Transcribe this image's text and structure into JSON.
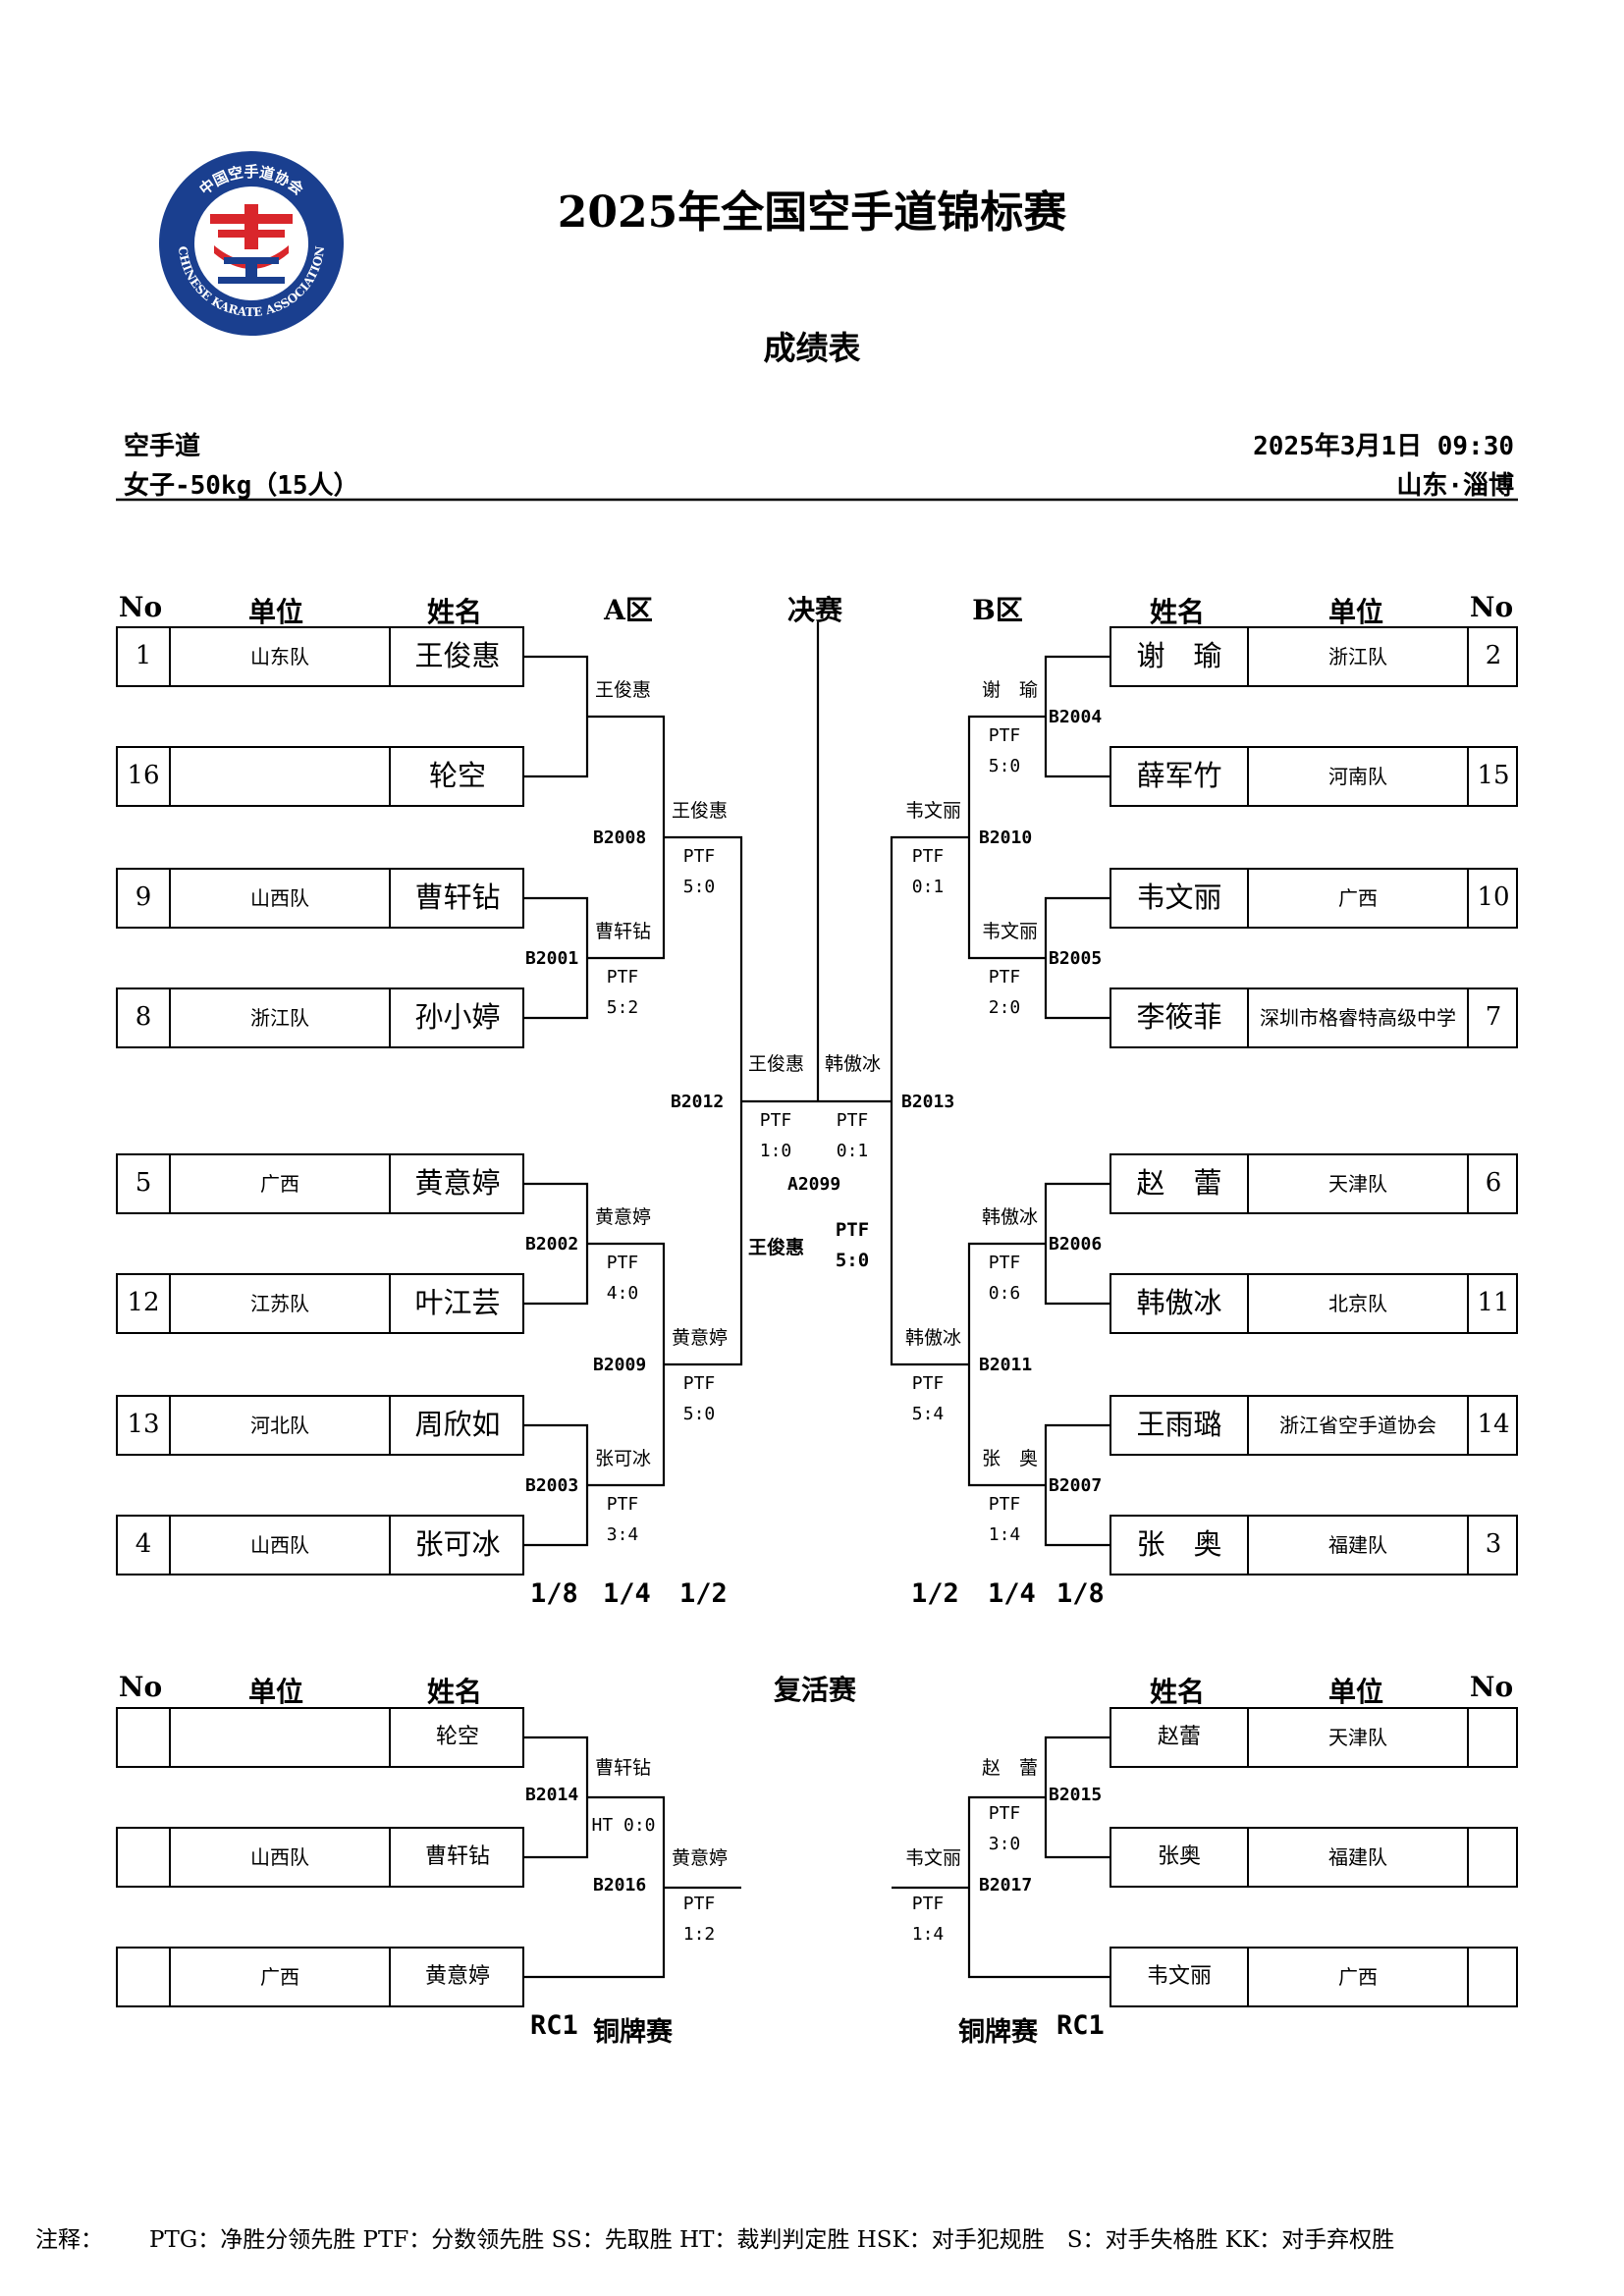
{
  "header": {
    "title": "2025年全国空手道锦标赛",
    "subtitle": "成绩表",
    "sport": "空手道",
    "event": "女子-50kg（15人）",
    "date": "2025年3月1日 09:30",
    "venue": "山东·淄博",
    "logo_text": "中国空手道协会",
    "logo_text_en": "CHINESE KARATE ASSOCIATION"
  },
  "columns": {
    "no": "No",
    "unit": "单位",
    "name": "姓名",
    "zone_a": "A区",
    "final": "决赛",
    "zone_b": "B区"
  },
  "left_entries": [
    {
      "no": "1",
      "unit": "山东队",
      "name": "王俊惠"
    },
    {
      "no": "16",
      "unit": "",
      "name": "轮空"
    },
    {
      "no": "9",
      "unit": "山西队",
      "name": "曹轩钻"
    },
    {
      "no": "8",
      "unit": "浙江队",
      "name": "孙小婷"
    },
    {
      "no": "5",
      "unit": "广西",
      "name": "黄意婷"
    },
    {
      "no": "12",
      "unit": "江苏队",
      "name": "叶江芸"
    },
    {
      "no": "13",
      "unit": "河北队",
      "name": "周欣如"
    },
    {
      "no": "4",
      "unit": "山西队",
      "name": "张可冰"
    }
  ],
  "right_entries": [
    {
      "no": "2",
      "unit": "浙江队",
      "name": "谢　瑜"
    },
    {
      "no": "15",
      "unit": "河南队",
      "name": "薛军竹"
    },
    {
      "no": "10",
      "unit": "广西",
      "name": "韦文丽"
    },
    {
      "no": "7",
      "unit": "深圳市格睿特高级中学",
      "name": "李筱菲"
    },
    {
      "no": "6",
      "unit": "天津队",
      "name": "赵　蕾"
    },
    {
      "no": "11",
      "unit": "北京队",
      "name": "韩傲冰"
    },
    {
      "no": "14",
      "unit": "浙江省空手道协会",
      "name": "王雨璐"
    },
    {
      "no": "3",
      "unit": "福建队",
      "name": "张　奥"
    }
  ],
  "matches": {
    "m1": {
      "winner": "王俊惠"
    },
    "B2001": {
      "code": "B2001",
      "winner": "曹轩钻",
      "type": "PTF",
      "score": "5:2"
    },
    "B2002": {
      "code": "B2002",
      "winner": "黄意婷",
      "type": "PTF",
      "score": "4:0"
    },
    "B2003": {
      "code": "B2003",
      "winner": "张可冰",
      "type": "PTF",
      "score": "3:4"
    },
    "B2004": {
      "code": "B2004",
      "winner": "谢　瑜",
      "type": "PTF",
      "score": "5:0"
    },
    "B2005": {
      "code": "B2005",
      "winner": "韦文丽",
      "type": "PTF",
      "score": "2:0"
    },
    "B2006": {
      "code": "B2006",
      "winner": "韩傲冰",
      "type": "PTF",
      "score": "0:6"
    },
    "B2007": {
      "code": "B2007",
      "winner": "张　奥",
      "type": "PTF",
      "score": "1:4"
    },
    "B2008": {
      "code": "B2008",
      "winner": "王俊惠",
      "type": "PTF",
      "score": "5:0"
    },
    "B2009": {
      "code": "B2009",
      "winner": "黄意婷",
      "type": "PTF",
      "score": "5:0"
    },
    "B2010": {
      "code": "B2010",
      "winner": "韦文丽",
      "type": "PTF",
      "score": "0:1"
    },
    "B2011": {
      "code": "B2011",
      "winner": "韩傲冰",
      "type": "PTF",
      "score": "5:4"
    },
    "B2012": {
      "code": "B2012",
      "winner": "王俊惠",
      "type": "PTF",
      "score": "1:0"
    },
    "B2013": {
      "code": "B2013",
      "winner": "韩傲冰",
      "type": "PTF",
      "score": "0:1"
    },
    "A2099": {
      "code": "A2099",
      "winner": "王俊惠",
      "type": "PTF",
      "score": "5:0"
    }
  },
  "rounds_left": [
    "1/8",
    "1/4",
    "1/2"
  ],
  "rounds_right": [
    "1/2",
    "1/4",
    "1/8"
  ],
  "repechage": {
    "title": "复活赛",
    "left_entries": [
      {
        "no": "",
        "unit": "",
        "name": "轮空"
      },
      {
        "no": "",
        "unit": "山西队",
        "name": "曹轩钻"
      },
      {
        "no": "",
        "unit": "广西",
        "name": "黄意婷"
      }
    ],
    "right_entries": [
      {
        "no": "",
        "unit": "天津队",
        "name": "赵蕾"
      },
      {
        "no": "",
        "unit": "福建队",
        "name": "张奥"
      },
      {
        "no": "",
        "unit": "广西",
        "name": "韦文丽"
      }
    ],
    "B2014": {
      "code": "B2014",
      "winner": "曹轩钻",
      "result": "HT 0:0"
    },
    "B2015": {
      "code": "B2015",
      "winner": "赵　蕾",
      "type": "PTF",
      "score": "3:0"
    },
    "B2016": {
      "code": "B2016",
      "winner": "黄意婷",
      "type": "PTF",
      "score": "1:2"
    },
    "B2017": {
      "code": "B2017",
      "winner": "韦文丽",
      "type": "PTF",
      "score": "1:4"
    },
    "rc_label": "RC1",
    "bronze_label": "铜牌赛"
  },
  "footer": {
    "label": "注释：",
    "text": "PTG：净胜分领先胜 PTF：分数领先胜 SS：先取胜 HT：裁判判定胜 HSK：对手犯规胜　S：对手失格胜 KK：对手弃权胜"
  },
  "colors": {
    "logo_blue": "#1a3f8f",
    "logo_red": "#d9262b",
    "line": "#000000"
  }
}
